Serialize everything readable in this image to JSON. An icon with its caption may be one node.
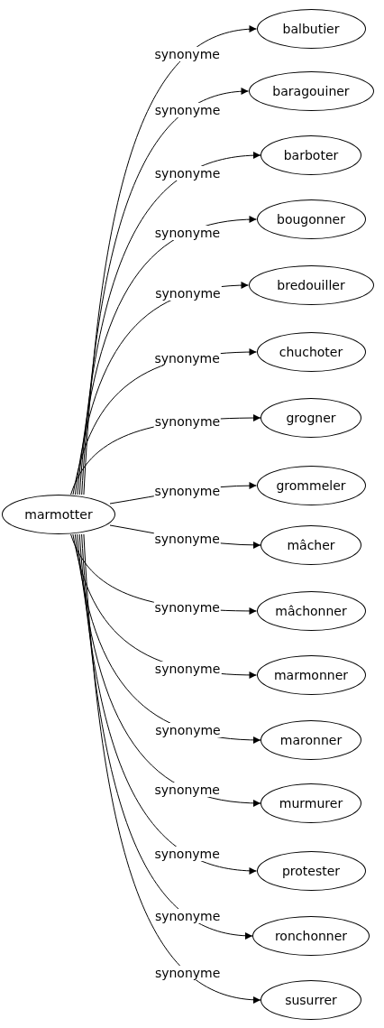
{
  "diagram": {
    "nodes": [
      {
        "text": [
          "marmotter"
        ]
      },
      {
        "text": [
          "balbutier"
        ]
      },
      {
        "text": [
          "baragouiner"
        ]
      },
      {
        "text": [
          "barboter"
        ]
      },
      {
        "text": [
          "bougonner"
        ]
      },
      {
        "text": [
          "bredouiller"
        ]
      },
      {
        "text": [
          "chuchoter"
        ]
      },
      {
        "text": [
          "grogner"
        ]
      },
      {
        "text": [
          "grommeler"
        ]
      },
      {
        "text": [
          "mâcher"
        ]
      },
      {
        "text": [
          "mâchonner"
        ]
      },
      {
        "text": [
          "marmonner"
        ]
      },
      {
        "text": [
          "maronner"
        ]
      },
      {
        "text": [
          "murmurer"
        ]
      },
      {
        "text": [
          "protester"
        ]
      },
      {
        "text": [
          "ronchonner"
        ]
      },
      {
        "text": [
          "susurrer"
        ]
      }
    ],
    "edges": [
      {
        "from": 0,
        "to": 1,
        "arrow": "to",
        "label": "synonyme"
      },
      {
        "from": 0,
        "to": 2,
        "arrow": "to",
        "label": "synonyme"
      },
      {
        "from": 0,
        "to": 3,
        "arrow": "to",
        "label": "synonyme"
      },
      {
        "from": 0,
        "to": 4,
        "arrow": "to",
        "label": "synonyme"
      },
      {
        "from": 0,
        "to": 5,
        "arrow": "to",
        "label": "synonyme"
      },
      {
        "from": 0,
        "to": 6,
        "arrow": "to",
        "label": "synonyme"
      },
      {
        "from": 0,
        "to": 7,
        "arrow": "to",
        "label": "synonyme"
      },
      {
        "from": 0,
        "to": 8,
        "arrow": "to",
        "label": "synonyme"
      },
      {
        "from": 0,
        "to": 9,
        "arrow": "to",
        "label": "synonyme"
      },
      {
        "from": 0,
        "to": 10,
        "arrow": "to",
        "label": "synonyme"
      },
      {
        "from": 0,
        "to": 11,
        "arrow": "to",
        "label": "synonyme"
      },
      {
        "from": 0,
        "to": 12,
        "arrow": "to",
        "label": "synonyme"
      },
      {
        "from": 0,
        "to": 13,
        "arrow": "to",
        "label": "synonyme"
      },
      {
        "from": 0,
        "to": 14,
        "arrow": "to",
        "label": "synonyme"
      },
      {
        "from": 0,
        "to": 15,
        "arrow": "to",
        "label": "synonyme"
      },
      {
        "from": 0,
        "to": 16,
        "arrow": "to",
        "label": "synonyme"
      }
    ]
  }
}
